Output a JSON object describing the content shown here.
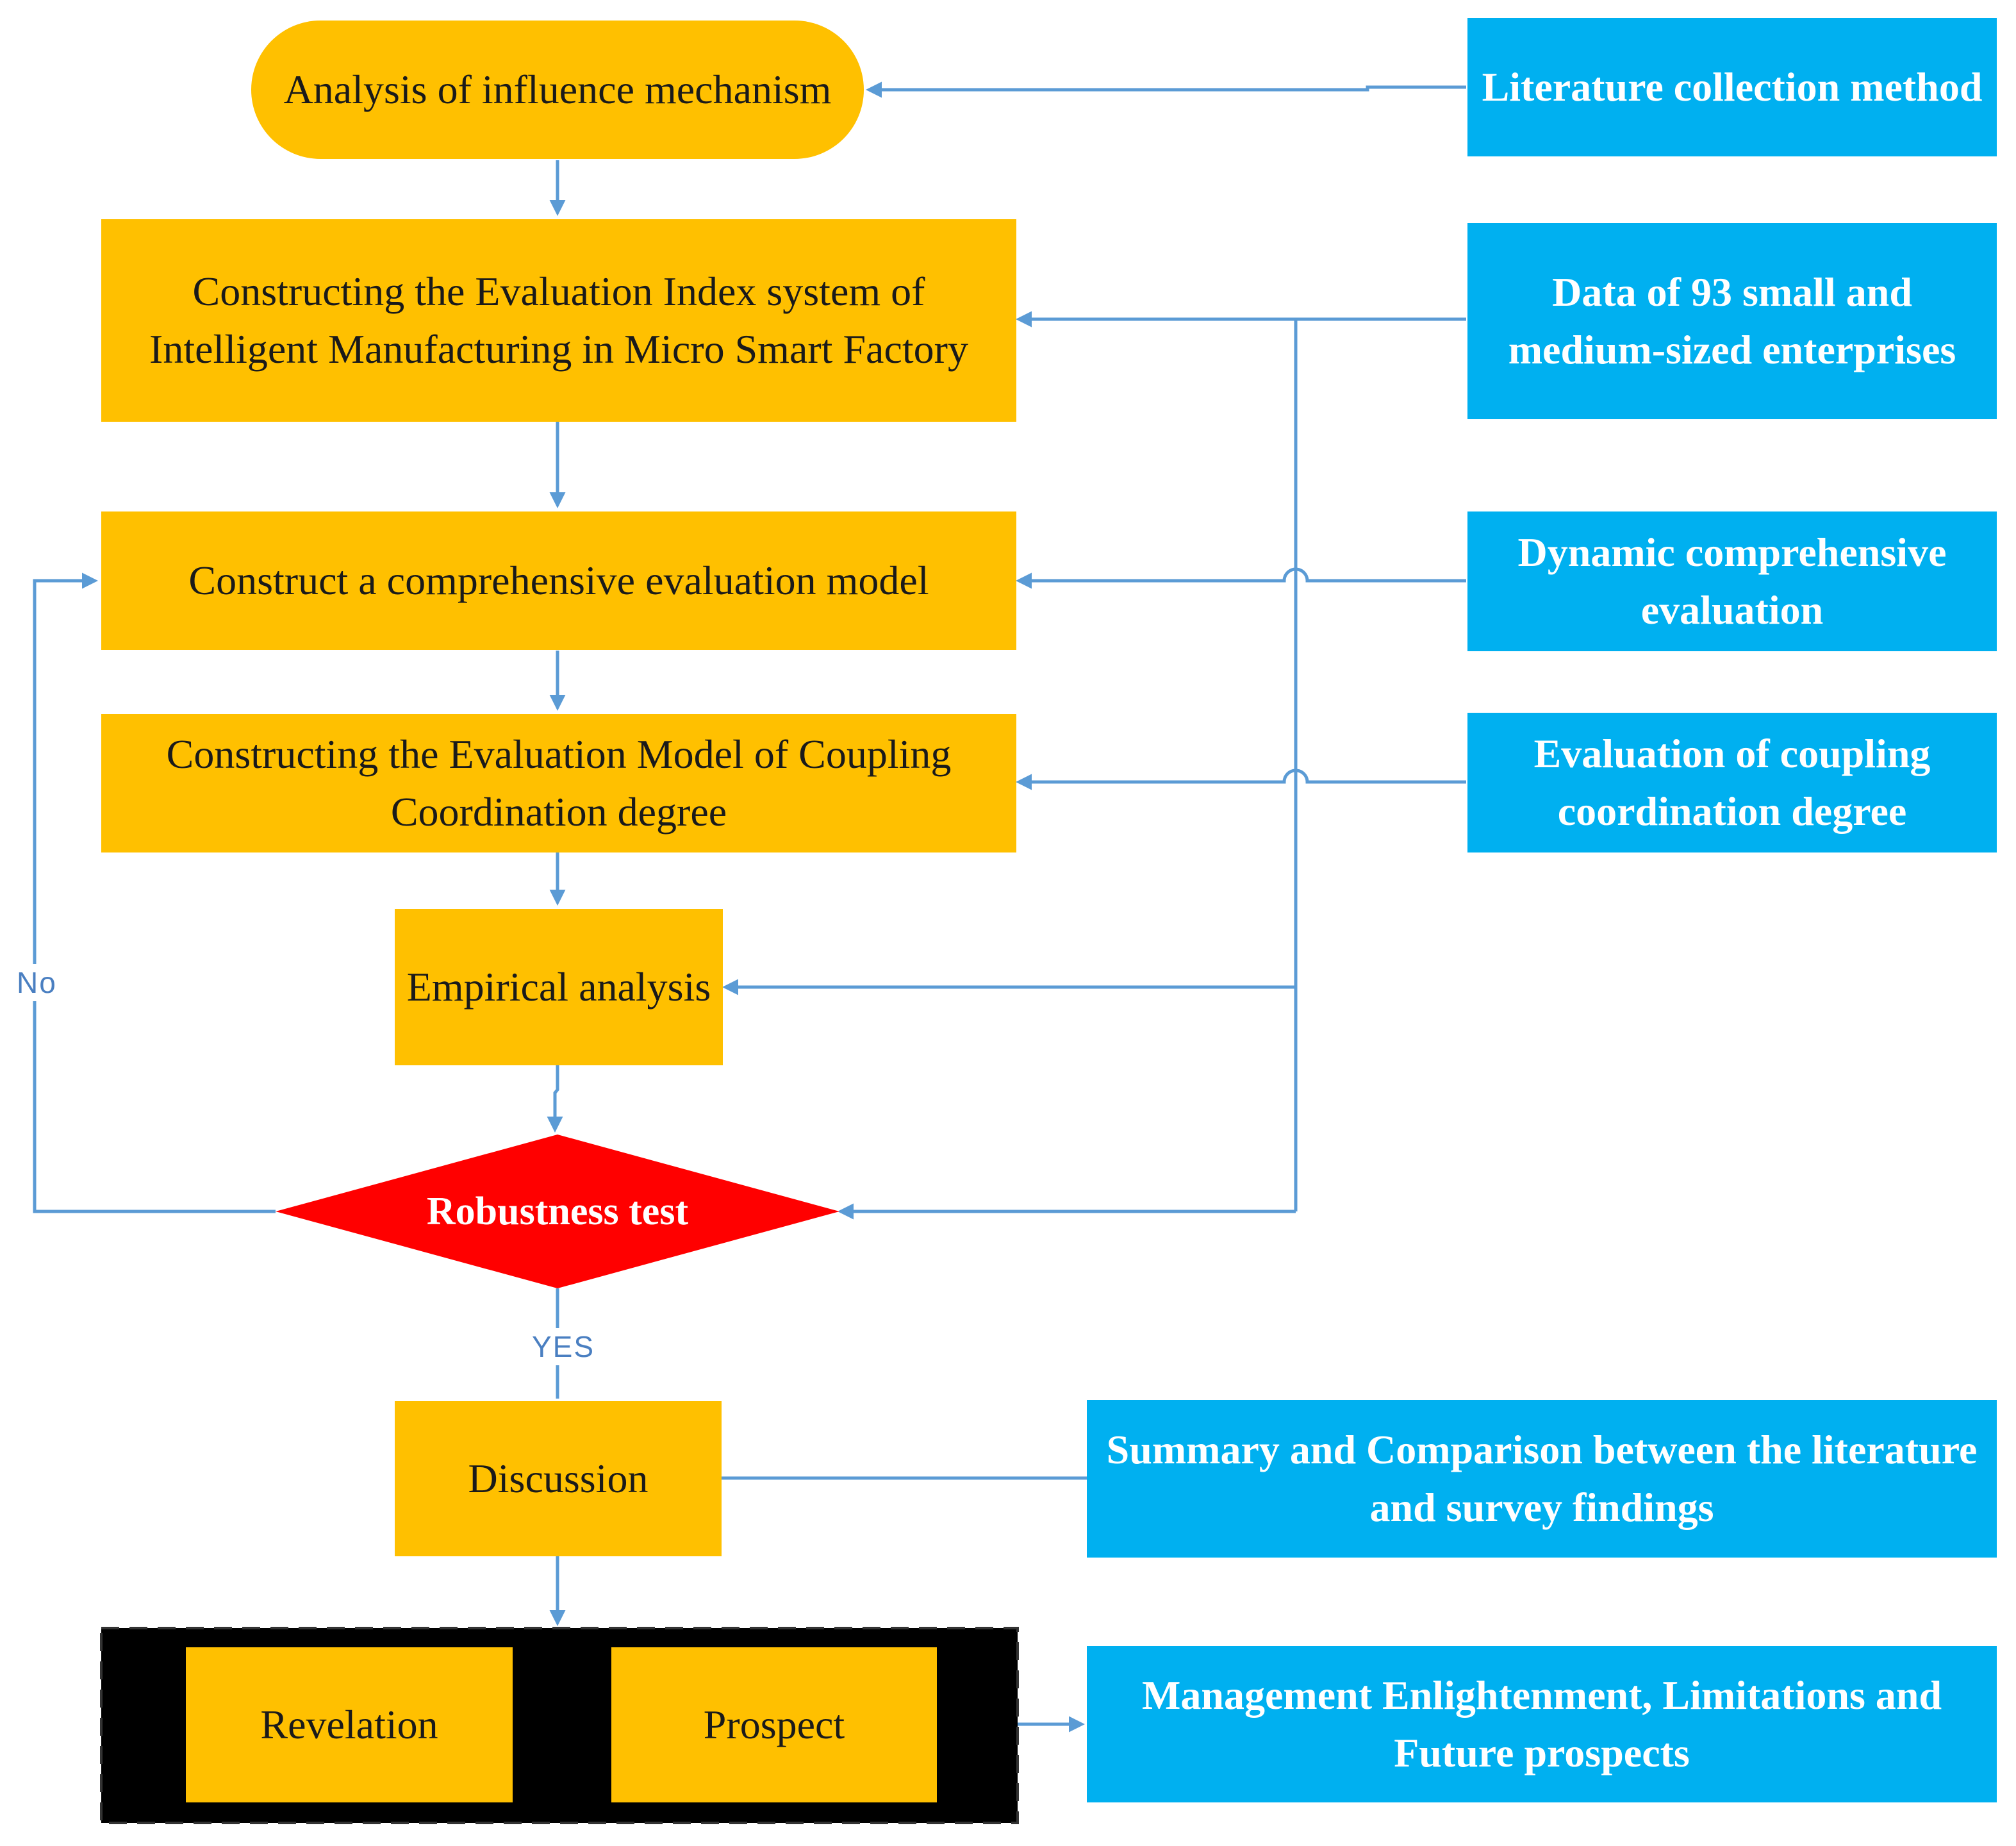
{
  "flow": {
    "start": "Analysis of influence mechanism",
    "step_index_system": "Constructing the Evaluation Index system of Intelligent Manufacturing in Micro Smart Factory",
    "step_evaluation_model": "Construct a comprehensive evaluation model",
    "step_coupling_model": "Constructing the Evaluation Model of Coupling Coordination degree",
    "step_empirical": "Empirical analysis",
    "decision": "Robustness test",
    "decision_no": "No",
    "decision_yes": "YES",
    "step_discussion": "Discussion",
    "step_revelation": "Revelation",
    "step_prospect": "Prospect"
  },
  "inputs": {
    "literature": "Literature collection method",
    "data": "Data of 93 small and medium-sized enterprises",
    "dynamic": "Dynamic comprehensive evaluation",
    "coupling": "Evaluation of coupling coordination degree",
    "summary": "Summary and Comparison between the literature and survey findings",
    "management": "Management Enlightenment, Limitations and Future prospects"
  },
  "colors": {
    "process_fill": "#FFC000",
    "input_fill": "#00B0F0",
    "decision_fill": "#FF0000",
    "connector": "#5B9BD5"
  }
}
